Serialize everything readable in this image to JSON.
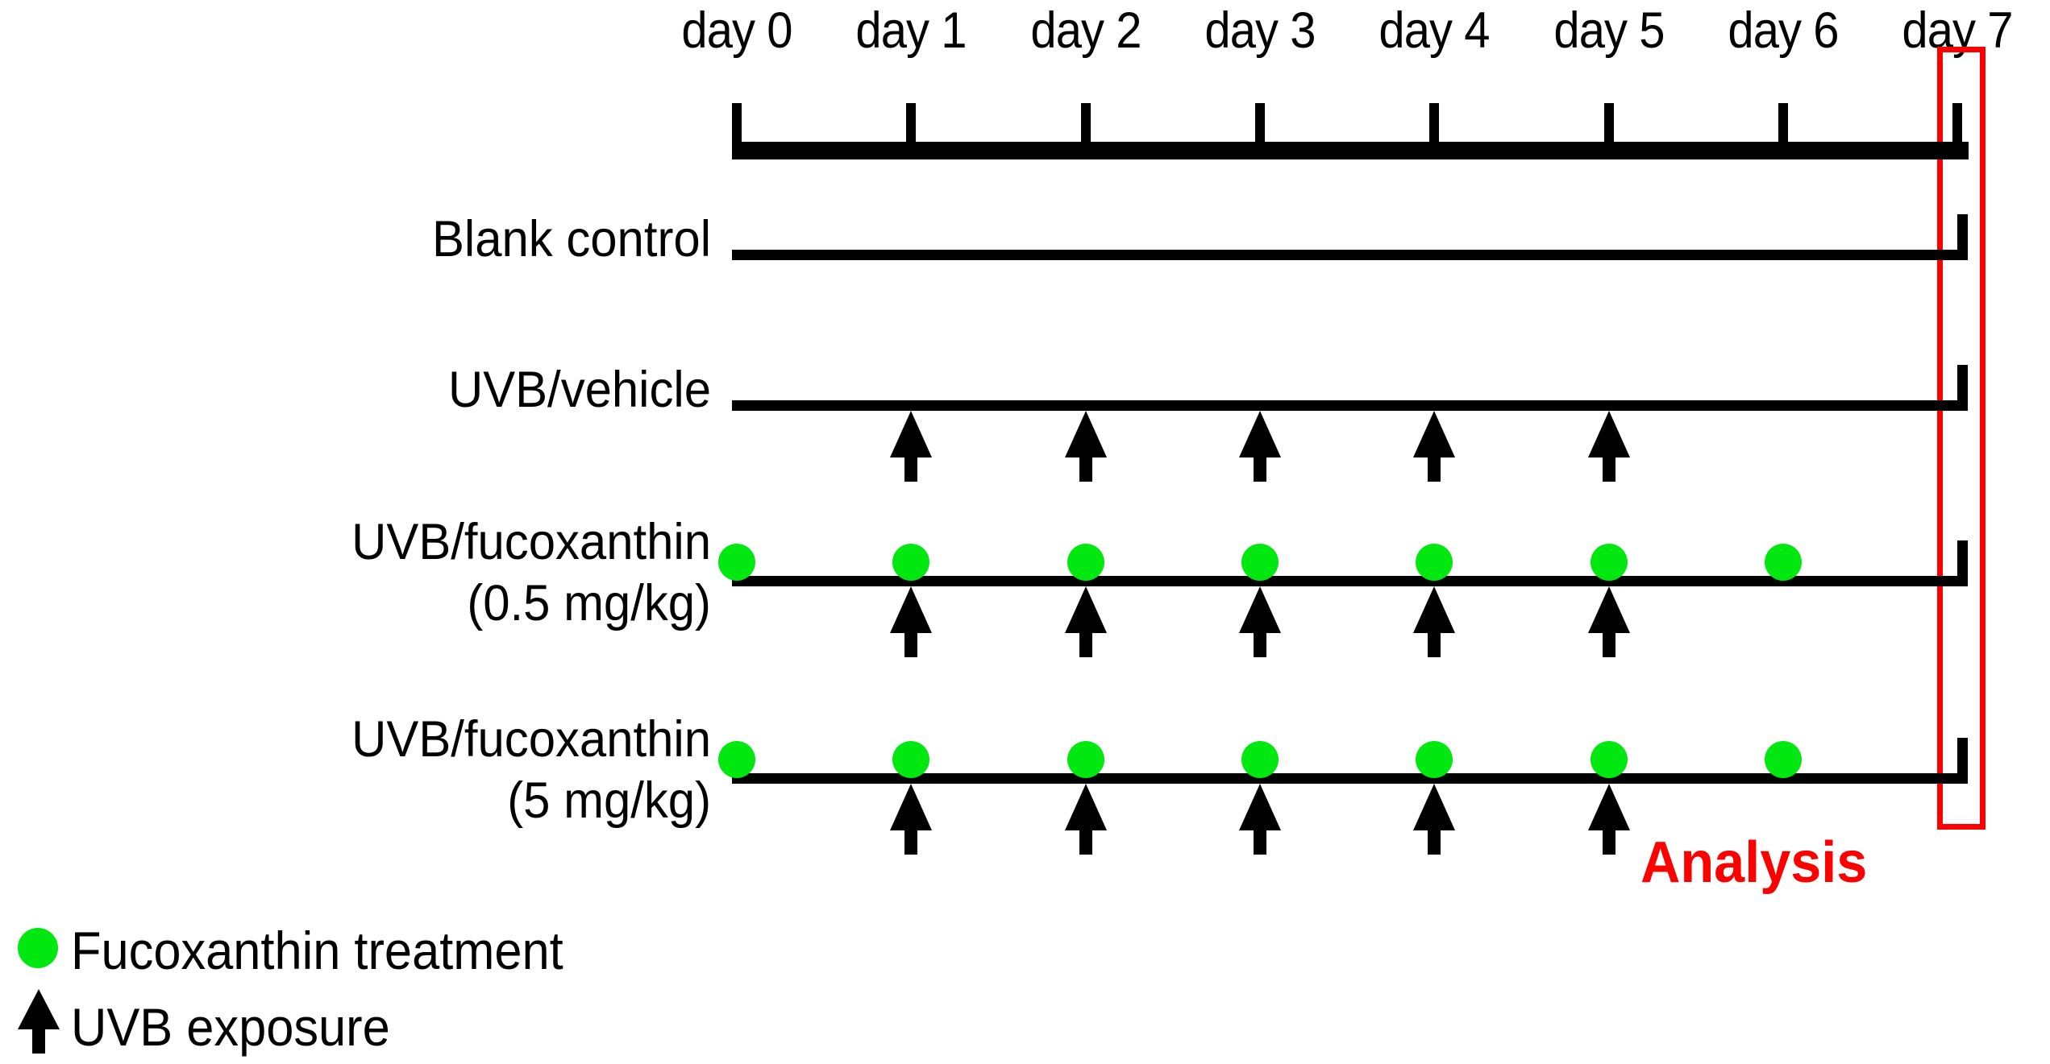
{
  "figure": {
    "type": "experimental-timeline-schematic",
    "background_color": "#ffffff",
    "accent_green": "#00e810",
    "accent_red": "#ff0000",
    "line_color": "#000000"
  },
  "timeline": {
    "day_labels": [
      "day 0",
      "day 1",
      "day 2",
      "day 3",
      "day 4",
      "day 5",
      "day 6",
      "day 7"
    ],
    "day_values": [
      0,
      1,
      2,
      3,
      4,
      5,
      6,
      7
    ],
    "tick_count": 8,
    "axis_start_day": 0,
    "axis_end_day": 7
  },
  "groups": [
    {
      "id": "blank-control",
      "label": "Blank control",
      "label_line1": "Blank control",
      "label_line2": "",
      "fucoxanthin_days": [],
      "uvb_days": []
    },
    {
      "id": "uvb-vehicle",
      "label": "UVB/vehicle",
      "label_line1": "UVB/vehicle",
      "label_line2": "",
      "fucoxanthin_days": [],
      "uvb_days": [
        1,
        2,
        3,
        4,
        5
      ]
    },
    {
      "id": "uvb-fucoxanthin-0-5",
      "label": "UVB/fucoxanthin (0.5 mg/kg)",
      "label_line1": "UVB/fucoxanthin",
      "label_line2": "(0.5 mg/kg)",
      "fucoxanthin_days": [
        0,
        1,
        2,
        3,
        4,
        5,
        6
      ],
      "uvb_days": [
        1,
        2,
        3,
        4,
        5
      ]
    },
    {
      "id": "uvb-fucoxanthin-5",
      "label": "UVB/fucoxanthin (5 mg/kg)",
      "label_line1": "UVB/fucoxanthin",
      "label_line2": "(5 mg/kg)",
      "fucoxanthin_days": [
        0,
        1,
        2,
        3,
        4,
        5,
        6
      ],
      "uvb_days": [
        1,
        2,
        3,
        4,
        5
      ]
    }
  ],
  "analysis": {
    "label": "Analysis",
    "at_day": 7,
    "color": "#ff0000"
  },
  "legend": {
    "items": [
      {
        "marker": "green-dot",
        "label": "Fucoxanthin treatment"
      },
      {
        "marker": "up-arrow",
        "label": "UVB exposure"
      }
    ]
  }
}
